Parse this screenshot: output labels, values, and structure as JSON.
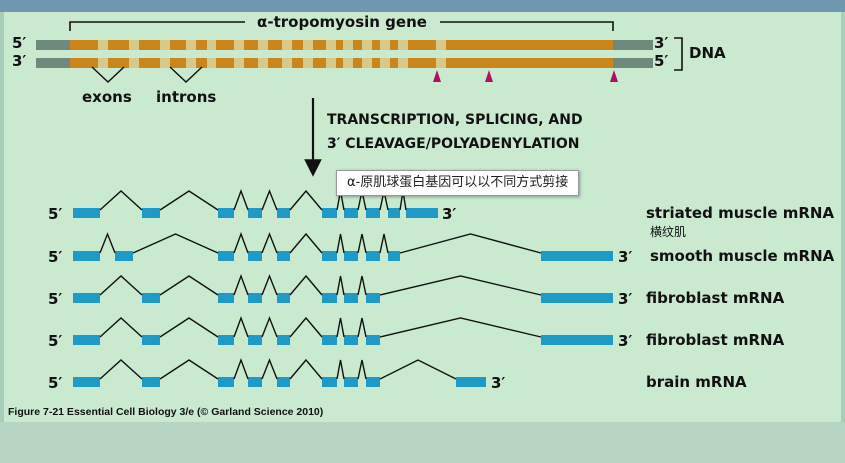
{
  "gene_title": "α-tropomyosin gene",
  "dna_label": "DNA",
  "dna_strands": [
    {
      "left_end": "5′",
      "right_end": "3′"
    },
    {
      "left_end": "3′",
      "right_end": "5′"
    }
  ],
  "gene_labels": {
    "exons": "exons",
    "introns": "introns"
  },
  "process_label": [
    "TRANSCRIPTION, SPLICING, AND",
    "3′ CLEAVAGE/POLYADENYLATION"
  ],
  "tooltip": "α-原肌球蛋白基因可以以不同方式剪接",
  "note_cn": "横纹肌",
  "mrnas": [
    {
      "label": "striated muscle mRNA",
      "five_prime": "5′",
      "three_prime": "3′"
    },
    {
      "label": "smooth muscle mRNA",
      "five_prime": "5′",
      "three_prime": "3′"
    },
    {
      "label": "fibroblast mRNA",
      "five_prime": "5′",
      "three_prime": "3′"
    },
    {
      "label": "fibroblast mRNA",
      "five_prime": "5′",
      "three_prime": "3′"
    },
    {
      "label": "brain mRNA",
      "five_prime": "5′",
      "three_prime": "3′"
    }
  ],
  "caption": "Figure 7-21  Essential Cell Biology 3/e (© Garland Science 2010)",
  "colors": {
    "background": "#c9eacf",
    "dna_flank": "#6f8a7a",
    "intron": "#c8861c",
    "exon_light": "#d6c98a",
    "mrna_exon": "#1f9ac6",
    "polyA_marker": "#b01060",
    "text": "#111111"
  }
}
